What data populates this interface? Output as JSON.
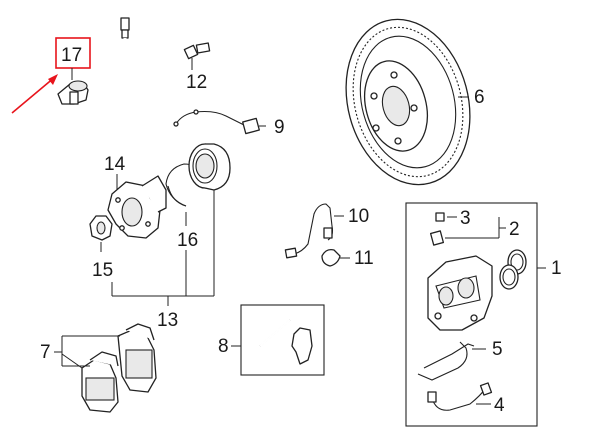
{
  "callouts": {
    "c1": "1",
    "c2": "2",
    "c3": "3",
    "c4": "4",
    "c5": "5",
    "c6": "6",
    "c7": "7",
    "c8": "8",
    "c9": "9",
    "c10": "10",
    "c11": "11",
    "c12": "12",
    "c13": "13",
    "c14": "14",
    "c15": "15",
    "c16": "16",
    "c17": "17"
  },
  "highlight": {
    "color": "#e8141c",
    "callout": "17"
  },
  "line_color": "#222222"
}
